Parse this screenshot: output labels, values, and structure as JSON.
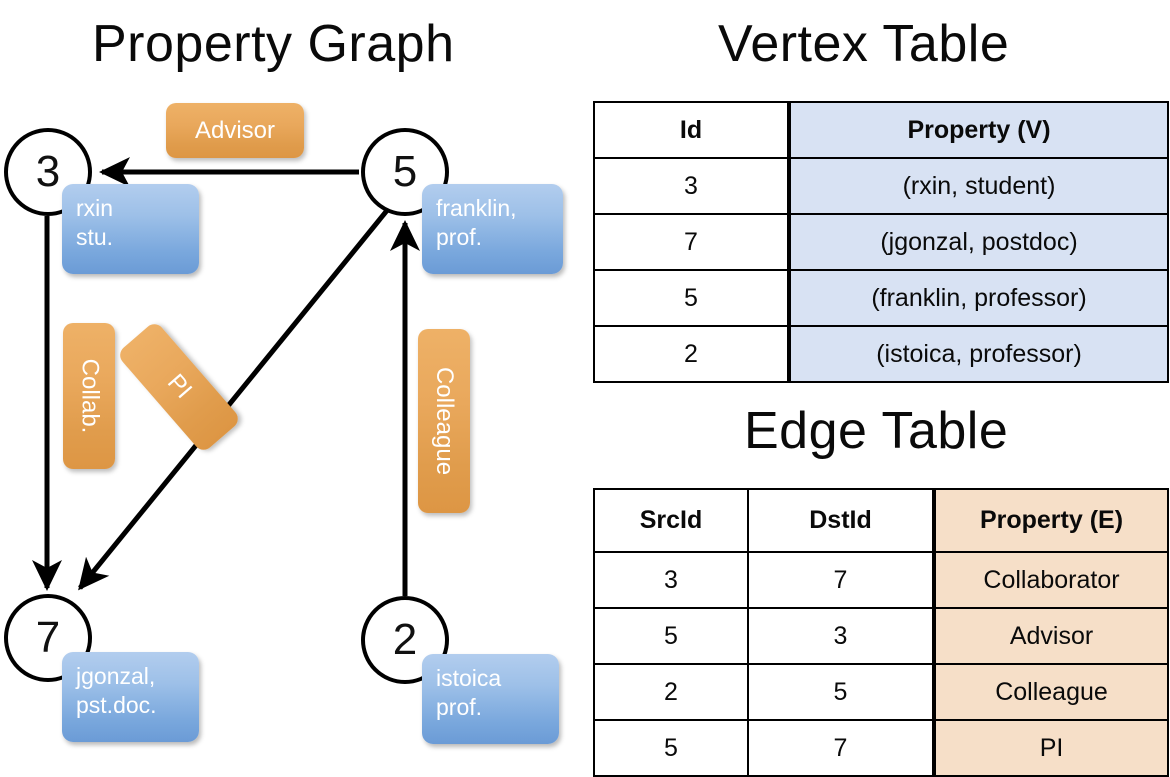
{
  "titles": {
    "property_graph": "Property Graph",
    "vertex_table": "Vertex Table",
    "edge_table": "Edge Table"
  },
  "graph": {
    "nodes": [
      {
        "id": "3",
        "label": "3",
        "property_line1": "rxin",
        "property_line2": "stu."
      },
      {
        "id": "5",
        "label": "5",
        "property_line1": "franklin,",
        "property_line2": "prof."
      },
      {
        "id": "7",
        "label": "7",
        "property_line1": "jgonzal,",
        "property_line2": "pst.doc."
      },
      {
        "id": "2",
        "label": "2",
        "property_line1": "istoica",
        "property_line2": "prof."
      }
    ],
    "edge_labels": {
      "advisor": "Advisor",
      "collab": "Collab.",
      "pi": "PI",
      "colleague": "Colleague"
    },
    "edges": [
      {
        "from": "5",
        "to": "3",
        "label": "Advisor"
      },
      {
        "from": "3",
        "to": "7",
        "label": "Collab."
      },
      {
        "from": "5",
        "to": "7",
        "label": "PI"
      },
      {
        "from": "2",
        "to": "5",
        "label": "Colleague"
      }
    ]
  },
  "vertex_table": {
    "columns": [
      "Id",
      "Property (V)"
    ],
    "rows": [
      {
        "id": "3",
        "property": "(rxin, student)"
      },
      {
        "id": "7",
        "property": "(jgonzal, postdoc)"
      },
      {
        "id": "5",
        "property": "(franklin, professor)"
      },
      {
        "id": "2",
        "property": "(istoica, professor)"
      }
    ]
  },
  "edge_table": {
    "columns": [
      "SrcId",
      "DstId",
      "Property (E)"
    ],
    "rows": [
      {
        "src": "3",
        "dst": "7",
        "property": "Collaborator"
      },
      {
        "src": "5",
        "dst": "3",
        "property": "Advisor"
      },
      {
        "src": "2",
        "dst": "5",
        "property": "Colleague"
      },
      {
        "src": "5",
        "dst": "7",
        "property": "PI"
      }
    ]
  },
  "colors": {
    "vertex_property_bg": "#d8e2f3",
    "edge_property_bg": "#f6dfc8",
    "node_box_blue": "#7aa8dd",
    "edge_label_orange": "#e9a85c",
    "stroke": "#000000",
    "background": "#ffffff"
  }
}
